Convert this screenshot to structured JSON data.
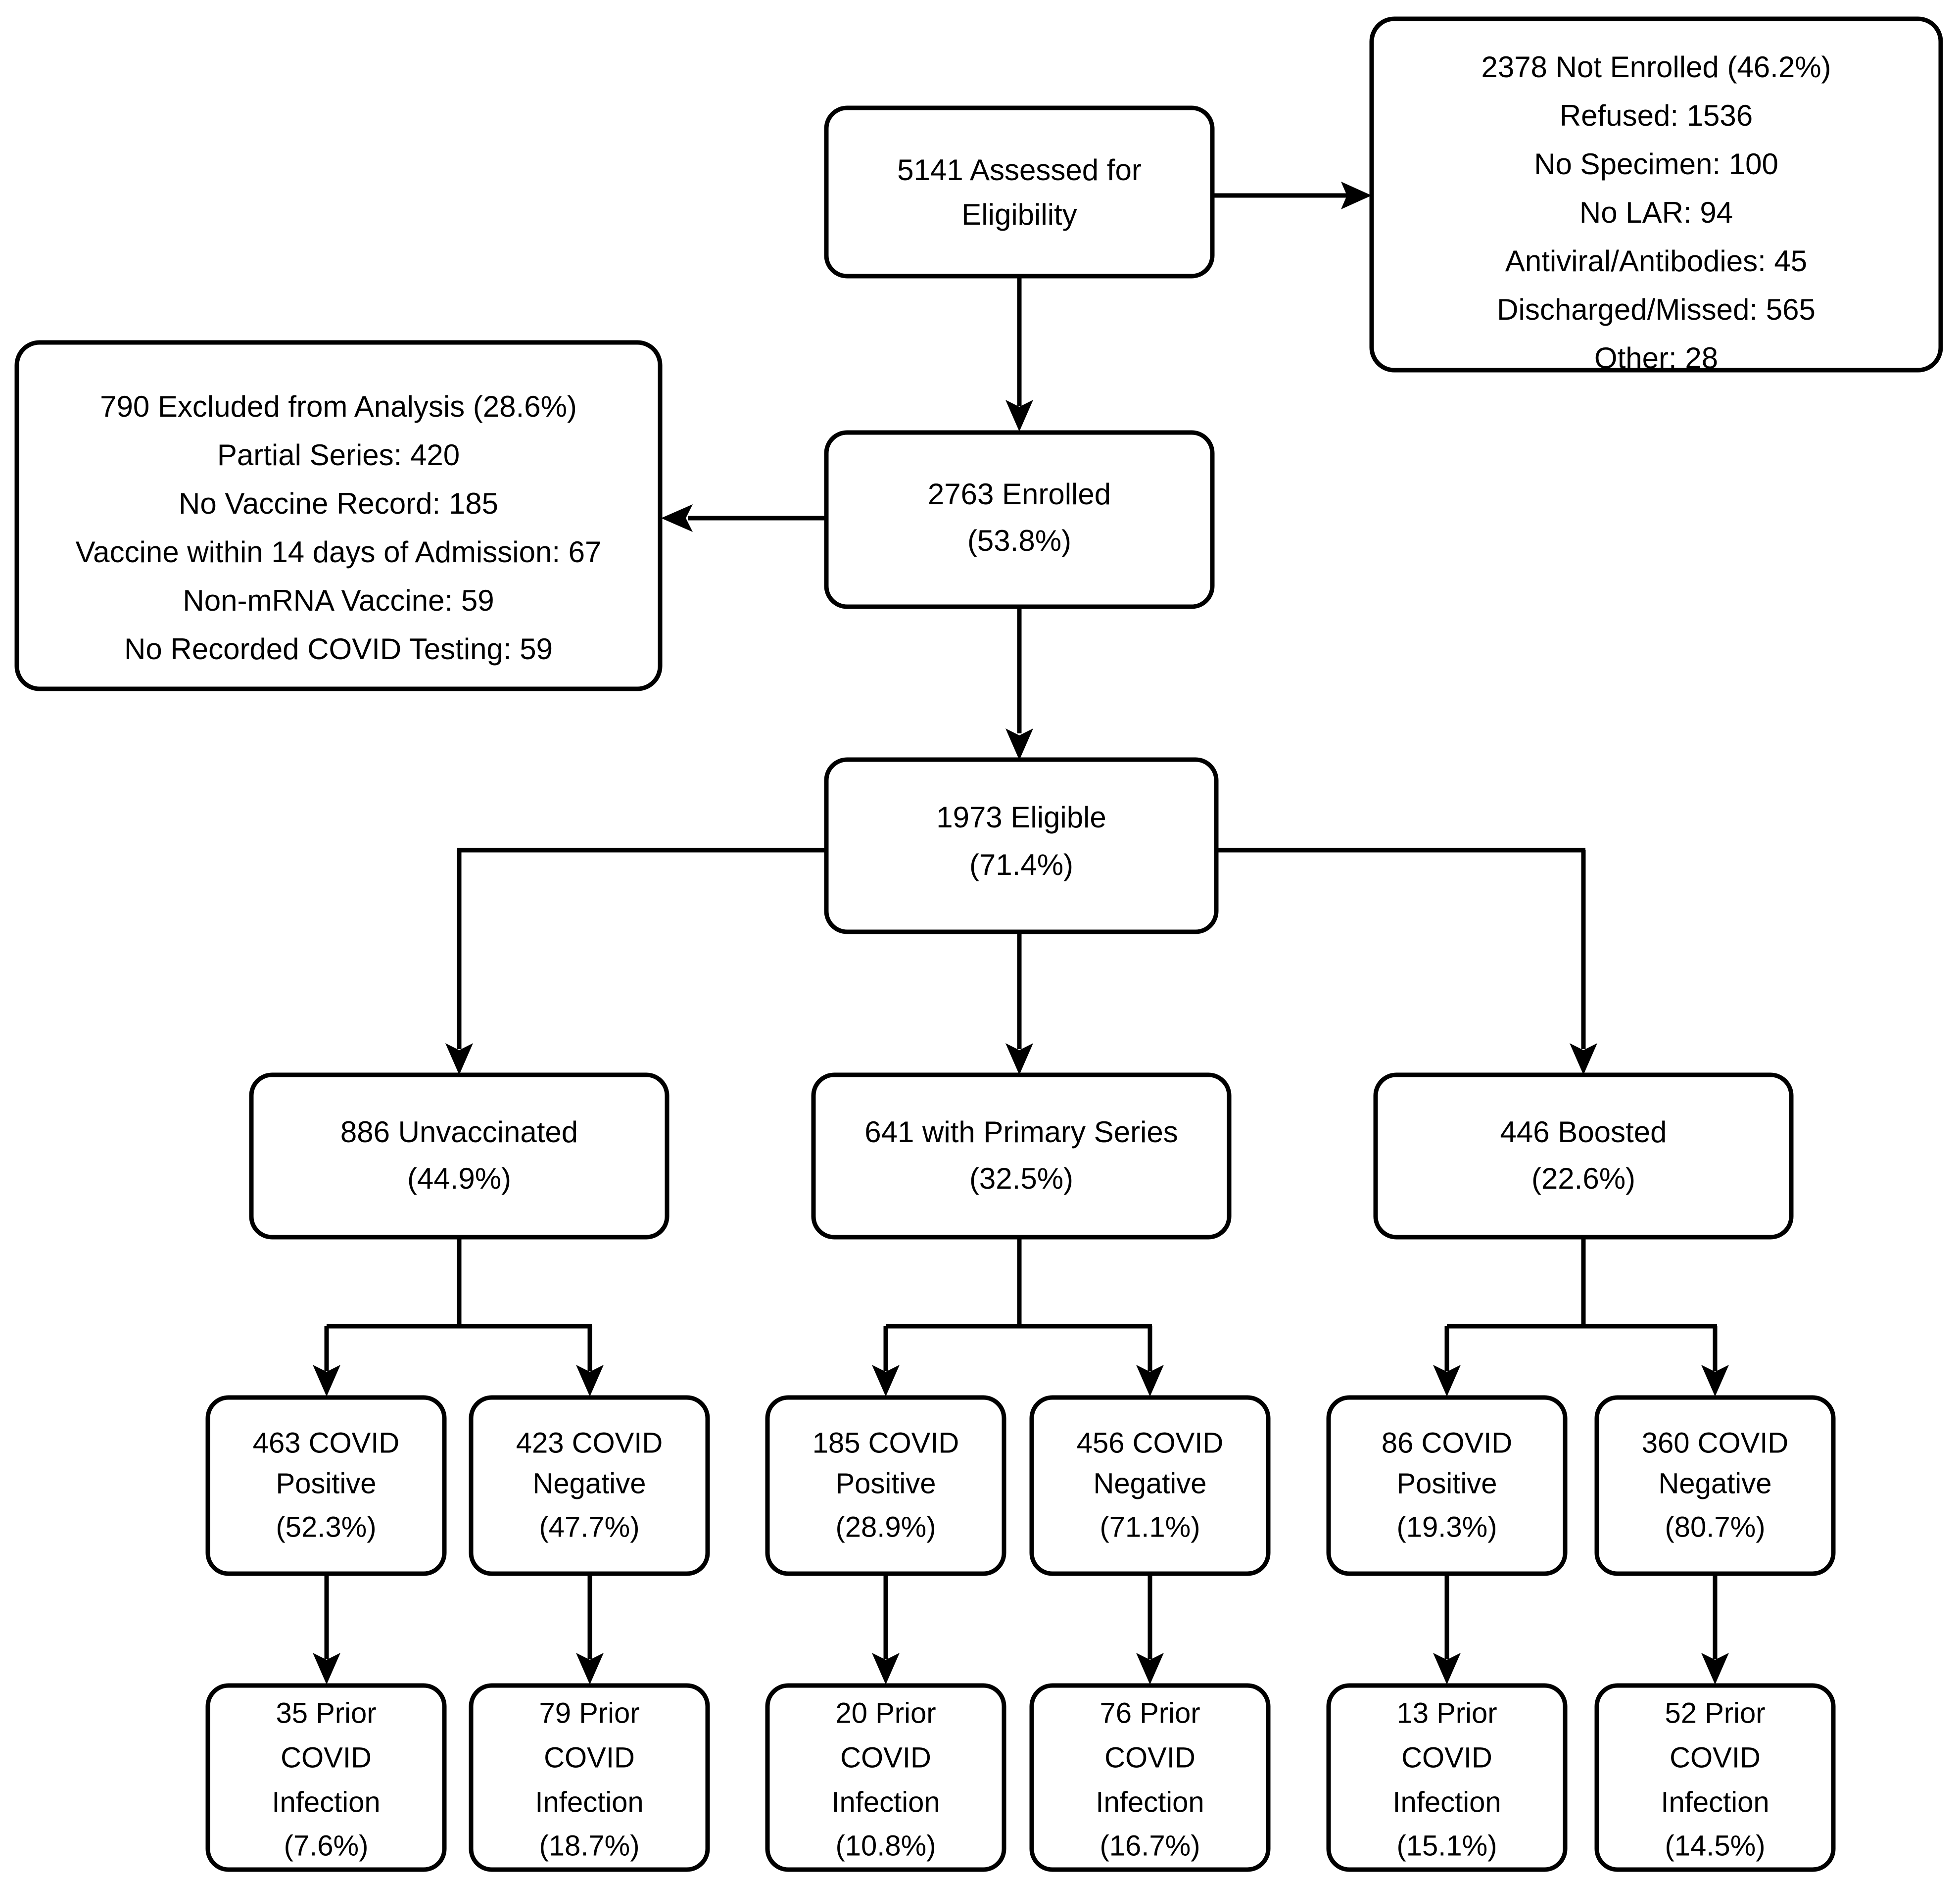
{
  "diagram": {
    "title": "CONSORT-style participant flow diagram",
    "colors": {
      "background": "#ffffff",
      "box_stroke": "#000000",
      "box_fill": "#ffffff",
      "text": "#000000",
      "connector": "#000000"
    },
    "nodes": {
      "assessed": {
        "id": "assessed",
        "lines": [
          "5141 Assessed for",
          "Eligibility"
        ],
        "count": 5141,
        "label": "Assessed for Eligibility"
      },
      "not_enrolled": {
        "id": "not-enrolled",
        "lines": [
          "2378 Not Enrolled (46.2%)",
          "Refused: 1536",
          "No Specimen: 100",
          "No LAR: 94",
          "Antiviral/Antibodies: 45",
          "Discharged/Missed: 565",
          "Other: 28"
        ],
        "count": 2378,
        "percent": "46.2%",
        "reasons": [
          {
            "label": "Refused",
            "value": 1536
          },
          {
            "label": "No Specimen",
            "value": 100
          },
          {
            "label": "No LAR",
            "value": 94
          },
          {
            "label": "Antiviral/Antibodies",
            "value": 45
          },
          {
            "label": "Discharged/Missed",
            "value": 565
          },
          {
            "label": "Other",
            "value": 28
          }
        ]
      },
      "enrolled": {
        "id": "enrolled",
        "lines": [
          "2763 Enrolled",
          "(53.8%)"
        ],
        "count": 2763,
        "percent": "53.8%"
      },
      "excluded": {
        "id": "excluded",
        "lines": [
          "790 Excluded from Analysis (28.6%)",
          "Partial Series: 420",
          "No Vaccine Record: 185",
          "Vaccine within 14 days of Admission: 67",
          "Non-mRNA Vaccine: 59",
          "No Recorded COVID Testing: 59"
        ],
        "count": 790,
        "percent": "28.6%",
        "reasons": [
          {
            "label": "Partial Series",
            "value": 420
          },
          {
            "label": "No Vaccine Record",
            "value": 185
          },
          {
            "label": "Vaccine within 14 days of Admission",
            "value": 67
          },
          {
            "label": "Non-mRNA Vaccine",
            "value": 59
          },
          {
            "label": "No Recorded COVID Testing",
            "value": 59
          }
        ]
      },
      "eligible": {
        "id": "eligible",
        "lines": [
          "1973 Eligible",
          "(71.4%)"
        ],
        "count": 1973,
        "percent": "71.4%"
      },
      "unvaccinated": {
        "id": "unvaccinated",
        "lines": [
          "886 Unvaccinated",
          "(44.9%)"
        ],
        "count": 886,
        "percent": "44.9%"
      },
      "primary_series": {
        "id": "primary-series",
        "lines": [
          "641 with Primary Series",
          "(32.5%)"
        ],
        "count": 641,
        "percent": "32.5%"
      },
      "boosted": {
        "id": "boosted",
        "lines": [
          "446 Boosted",
          "(22.6%)"
        ],
        "count": 446,
        "percent": "22.6%"
      },
      "unvax_pos": {
        "id": "unvaccinated-covid-positive",
        "lines": [
          "463 COVID",
          "Positive",
          "(52.3%)"
        ],
        "count": 463,
        "percent": "52.3%"
      },
      "unvax_neg": {
        "id": "unvaccinated-covid-negative",
        "lines": [
          "423 COVID",
          "Negative",
          "(47.7%)"
        ],
        "count": 423,
        "percent": "47.7%"
      },
      "prim_pos": {
        "id": "primary-covid-positive",
        "lines": [
          "185 COVID",
          "Positive",
          "(28.9%)"
        ],
        "count": 185,
        "percent": "28.9%"
      },
      "prim_neg": {
        "id": "primary-covid-negative",
        "lines": [
          "456 COVID",
          "Negative",
          "(71.1%)"
        ],
        "count": 456,
        "percent": "71.1%"
      },
      "boost_pos": {
        "id": "boosted-covid-positive",
        "lines": [
          "86 COVID",
          "Positive",
          "(19.3%)"
        ],
        "count": 86,
        "percent": "19.3%"
      },
      "boost_neg": {
        "id": "boosted-covid-negative",
        "lines": [
          "360 COVID",
          "Negative",
          "(80.7%)"
        ],
        "count": 360,
        "percent": "80.7%"
      },
      "unvax_pos_prior": {
        "id": "unvax-pos-prior-infection",
        "lines": [
          "35 Prior",
          "COVID",
          "Infection",
          "(7.6%)"
        ],
        "count": 35,
        "percent": "7.6%"
      },
      "unvax_neg_prior": {
        "id": "unvax-neg-prior-infection",
        "lines": [
          "79 Prior",
          "COVID",
          "Infection",
          "(18.7%)"
        ],
        "count": 79,
        "percent": "18.7%"
      },
      "prim_pos_prior": {
        "id": "primary-pos-prior-infection",
        "lines": [
          "20 Prior",
          "COVID",
          "Infection",
          "(10.8%)"
        ],
        "count": 20,
        "percent": "10.8%"
      },
      "prim_neg_prior": {
        "id": "primary-neg-prior-infection",
        "lines": [
          "76 Prior",
          "COVID",
          "Infection",
          "(16.7%)"
        ],
        "count": 76,
        "percent": "16.7%"
      },
      "boost_pos_prior": {
        "id": "boosted-pos-prior-infection",
        "lines": [
          "13 Prior",
          "COVID",
          "Infection",
          "(15.1%)"
        ],
        "count": 13,
        "percent": "15.1%"
      },
      "boost_neg_prior": {
        "id": "boosted-neg-prior-infection",
        "lines": [
          "52 Prior",
          "COVID",
          "Infection",
          "(14.5%)"
        ],
        "count": 52,
        "percent": "14.5%"
      }
    }
  }
}
